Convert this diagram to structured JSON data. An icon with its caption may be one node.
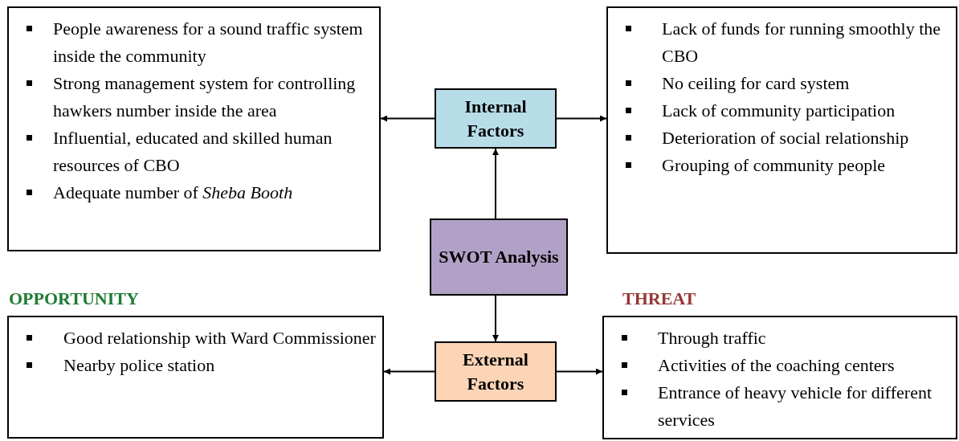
{
  "diagram": {
    "nodes": [
      {
        "text": [
          "People awareness for a sound traffic system inside the community",
          "Strong management system for controlling hawkers number inside the area",
          "Influential, educated and skilled human resources of CBO",
          "Adequate number of *Sheba Booth*"
        ]
      },
      {
        "text": [
          "Lack of funds for running smoothly the CBO",
          "No ceiling for card system",
          "Lack of community participation",
          "Deterioration of social relationship",
          "Grouping of community people"
        ]
      },
      {
        "text": [
          "Internal Factors"
        ]
      },
      {
        "text": [
          "SWOT Analysis"
        ]
      },
      {
        "text": [
          "External Factors"
        ]
      },
      {
        "text": [
          "OPPORTUNITY",
          "Good relationship with Ward Commissioner",
          "Nearby police station"
        ]
      },
      {
        "text": [
          "THREAT",
          "Through traffic",
          "Activities of the coaching centers",
          "Entrance of heavy vehicle for different services"
        ]
      }
    ],
    "edges": [
      {
        "from": 3,
        "to": 2,
        "arrow": "to"
      },
      {
        "from": 2,
        "to": 0,
        "arrow": "to"
      },
      {
        "from": 2,
        "to": 1,
        "arrow": "to"
      },
      {
        "from": 3,
        "to": 4,
        "arrow": "to"
      },
      {
        "from": 4,
        "to": 5,
        "arrow": "to"
      },
      {
        "from": 4,
        "to": 6,
        "arrow": "to"
      }
    ]
  }
}
